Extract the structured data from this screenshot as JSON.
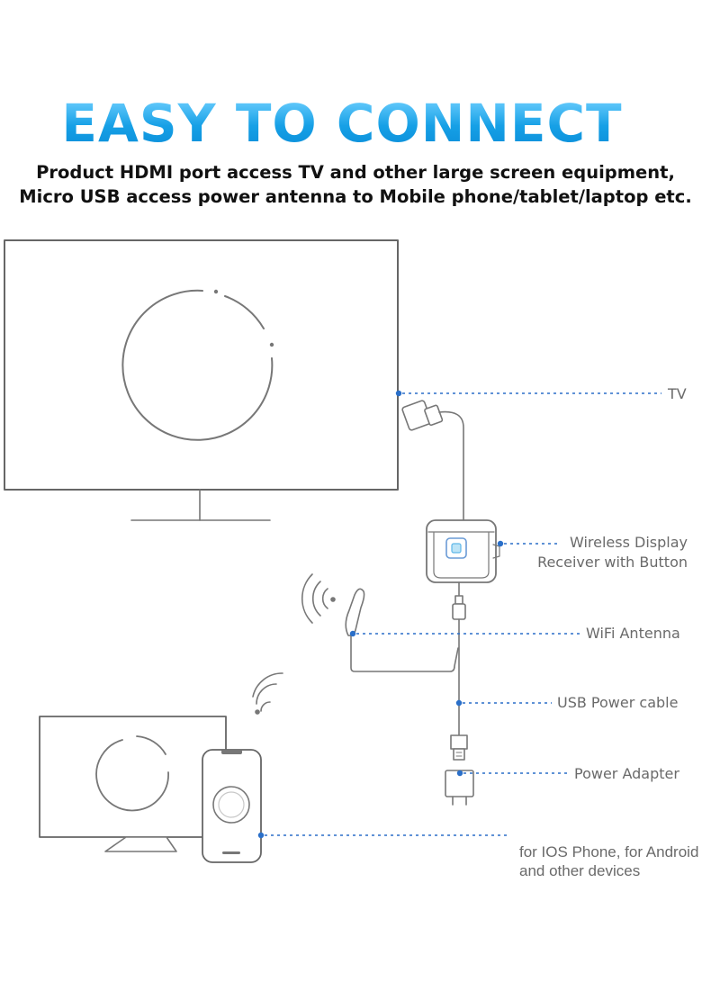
{
  "header": {
    "title": "EASY TO CONNECT",
    "subtitle_line1": "Product HDMI port access TV and other large screen equipment,",
    "subtitle_line2": "Micro USB access power antenna to Mobile phone/tablet/laptop etc."
  },
  "labels": {
    "tv": "TV",
    "receiver_line1": "Wireless Display",
    "receiver_line2": "Receiver with Button",
    "antenna": "WiFi Antenna",
    "usb_cable": "USB Power cable",
    "adapter": "Power Adapter",
    "devices_line1": "for IOS Phone, for Android",
    "devices_line2": "and other devices"
  },
  "colors": {
    "title": "#1aa7e8",
    "leader": "#2a6fc9",
    "line": "#777777"
  }
}
